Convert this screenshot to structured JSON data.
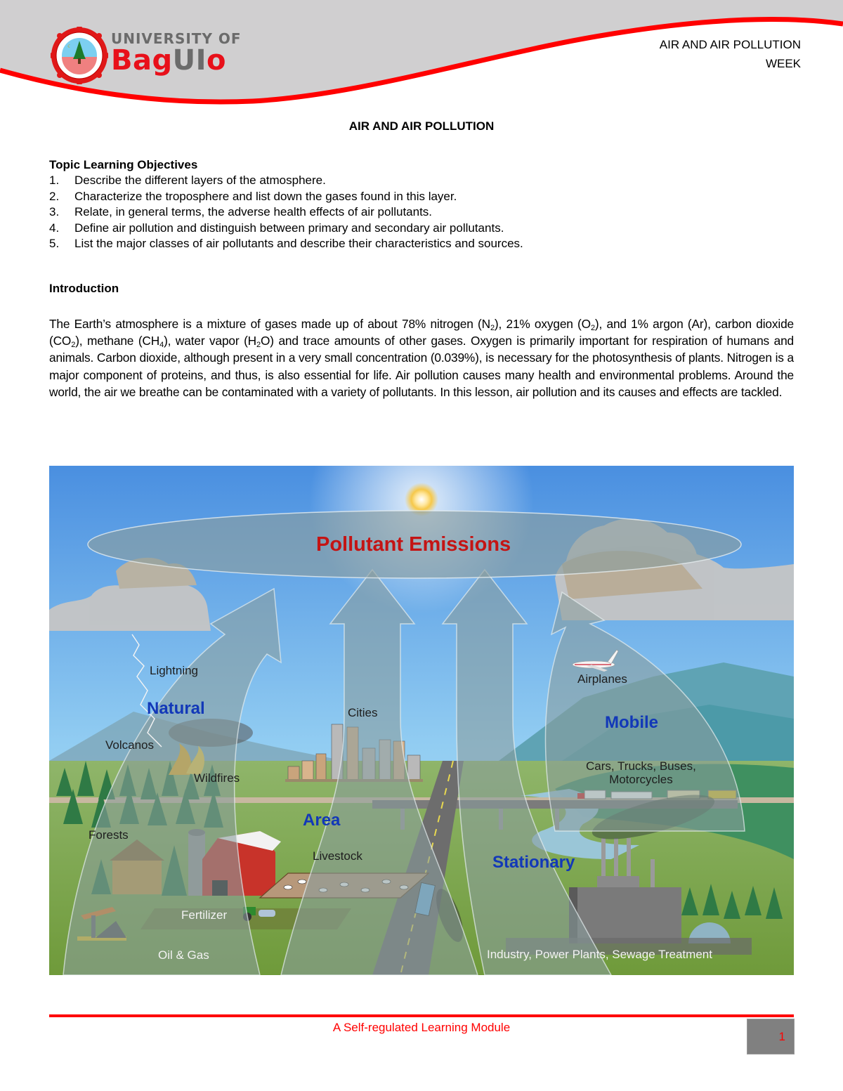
{
  "header": {
    "university_top": "UNIVERSITY OF",
    "university_name_parts": [
      "Bag",
      "UI",
      "o"
    ],
    "university_name": "Baguio",
    "module_title": "AIR AND AIR POLLUTION",
    "module_week": "WEEK",
    "colors": {
      "band": "#d0cfd0",
      "accent": "#ff0000",
      "logo_gray": "#6b6b6b",
      "logo_red": "#e8101a"
    }
  },
  "document": {
    "title": "AIR AND AIR POLLUTION",
    "objectives_heading": "Topic Learning Objectives",
    "objectives": [
      {
        "num": "1.",
        "text": "Describe the different layers of the atmosphere."
      },
      {
        "num": "2.",
        "text": "Characterize the troposphere and list down the gases found in this layer."
      },
      {
        "num": "3.",
        "text": "Relate, in general terms, the adverse health effects of air pollutants."
      },
      {
        "num": "4.",
        "text": "Define air pollution and distinguish between primary and secondary air pollutants."
      },
      {
        "num": "5.",
        "text": "List the major classes of air pollutants and describe their characteristics and sources."
      }
    ],
    "intro_heading": "Introduction",
    "intro_parts": {
      "p1": "The Earth’s atmosphere is a mixture of gases made up of about 78% nitrogen (N",
      "s1": "2",
      "p2": "), 21% oxygen (O",
      "s2": "2",
      "p3": "), and 1% argon (Ar), carbon dioxide (CO",
      "s3": "2",
      "p4": "), methane (CH",
      "s4": "4",
      "p5": "), water vapor (H",
      "s5": "2",
      "p6": "O) and trace amounts of other gases. Oxygen is primarily important for respiration of humans and animals. Carbon dioxide, although present in a very small concentration (0.039%), is necessary for the photosynthesis of plants. Nitrogen is a major component of proteins, and thus, is also essential for life. Air pollution causes many health and environmental problems. Around the world, the air we breathe can be contaminated with a variety of pollutants. In this lesson, air pollution and its causes and effects are tackled."
    }
  },
  "figure": {
    "title": "Pollutant Emissions",
    "categories": {
      "natural": "Natural",
      "area": "Area",
      "mobile": "Mobile",
      "stationary": "Stationary"
    },
    "sources": {
      "lightning": "Lightning",
      "volcanos": "Volcanos",
      "wildfires": "Wildfires",
      "forests": "Forests",
      "cities": "Cities",
      "livestock": "Livestock",
      "fertilizer": "Fertilizer",
      "oil_gas": "Oil & Gas",
      "airplanes": "Airplanes",
      "vehicles_line1": "Cars, Trucks, Buses,",
      "vehicles_line2": "Motorcycles",
      "industry": "Industry, Power Plants, Sewage Treatment"
    },
    "colors": {
      "title": "#c41414",
      "category": "#1238b8",
      "sky": "#5aa0e4"
    }
  },
  "footer": {
    "text": "A Self-regulated Learning Module",
    "page_number": "1"
  }
}
